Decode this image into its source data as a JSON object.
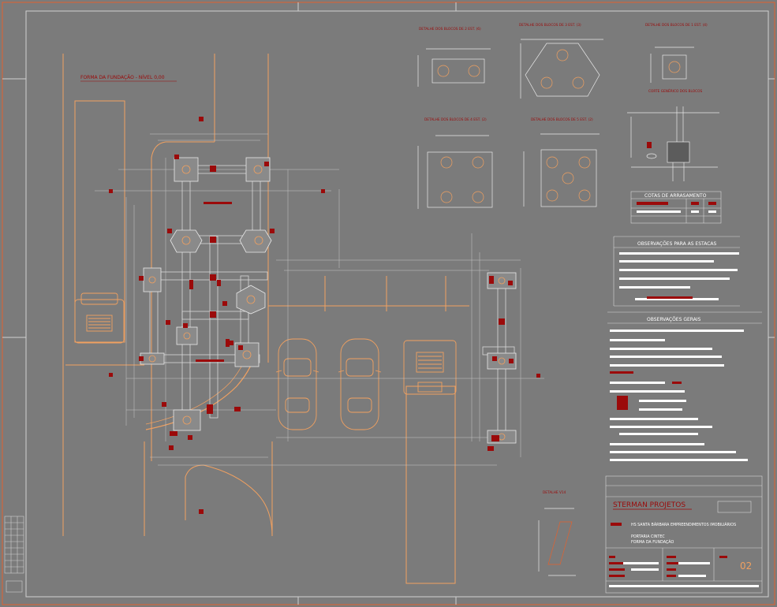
{
  "drawing": {
    "main_title": "FORMA DA FUNDAÇÃO - NÍVEL 0,00",
    "detail_titles": {
      "block_2": "DETALHE DOS BLOCOS DE 2 EST. (6)",
      "block_3": "DETALHE DOS BLOCOS DE 3 EST. (3)",
      "block_1": "DETALHE DOS BLOCOS DE 1 EST. (4)",
      "block_4": "DETALHE DOS BLOCOS DE 4 EST. (2)",
      "block_5": "DETALHE DOS BLOCOS DE 5 EST. (2)",
      "cut": "CORTE GENÉRICO DOS BLOCOS",
      "v14": "DETALHE V14"
    },
    "tables": {
      "cotas_title": "COTAS DE ARRASAMENTO",
      "obs_estacas_title": "OBSERVAÇÕES PARA AS ESTACAS",
      "obs_gerais_title": "OBSERVAÇÕES GERAIS"
    },
    "title_block": {
      "company": "STERMAN PROJETOS",
      "client": "HS SANTA BÁRBARA EMPREENDIMENTOS IMOBILIÁRIOS",
      "project_line1": "PORTARIA CINTEC",
      "project_line2": "FORMA DA FUNDAÇÃO",
      "sheet_number": "02"
    }
  },
  "colors": {
    "background": "#7b7b7b",
    "border": "#e2622f",
    "lines": "#c8c8c8",
    "accent_red": "#9b0a0a",
    "orange": "#f0a060",
    "white": "#ffffff"
  }
}
